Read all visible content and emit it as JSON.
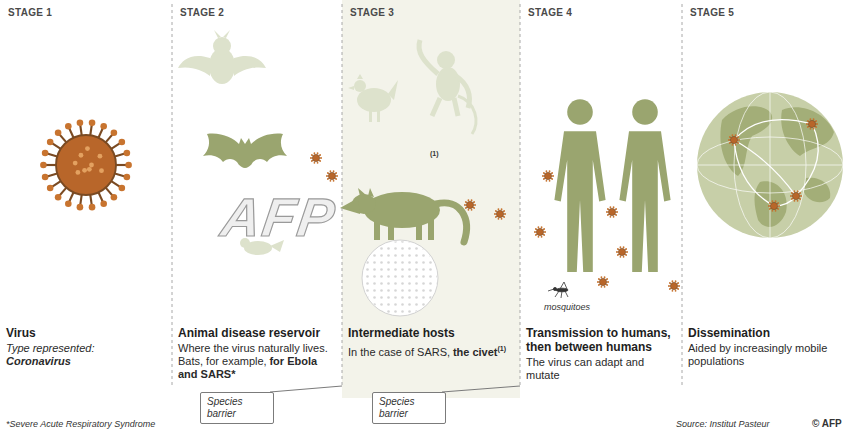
{
  "diagram": {
    "nodes": [
      {
        "text": [
          "STAGE 1",
          "Virus",
          "Type represented:",
          "Coronavirus"
        ]
      },
      {
        "text": [
          "STAGE 2",
          "Animal disease reservoir",
          "Where the virus naturally lives. Bats, for example,",
          "for Ebola and SARS*"
        ]
      },
      {
        "text": [
          "STAGE 3",
          "Intermediate hosts",
          "In the case of SARS,",
          "the civet",
          "(1)"
        ]
      },
      {
        "text": [
          "STAGE 4",
          "Transmission to humans, then between humans",
          "The virus can adapt and mutate"
        ]
      },
      {
        "text": [
          "STAGE 5",
          "Dissemination",
          "Aided by increasingly mobile populations"
        ]
      },
      {
        "text": [
          "Species barrier"
        ]
      },
      {
        "text": [
          "Species barrier"
        ]
      }
    ],
    "labels": [
      "(1)",
      "mosquitoes",
      "*Severe Acute Respiratory Syndrome",
      "Source: Institut Pasteur",
      "© AFP",
      "AFP"
    ]
  }
}
